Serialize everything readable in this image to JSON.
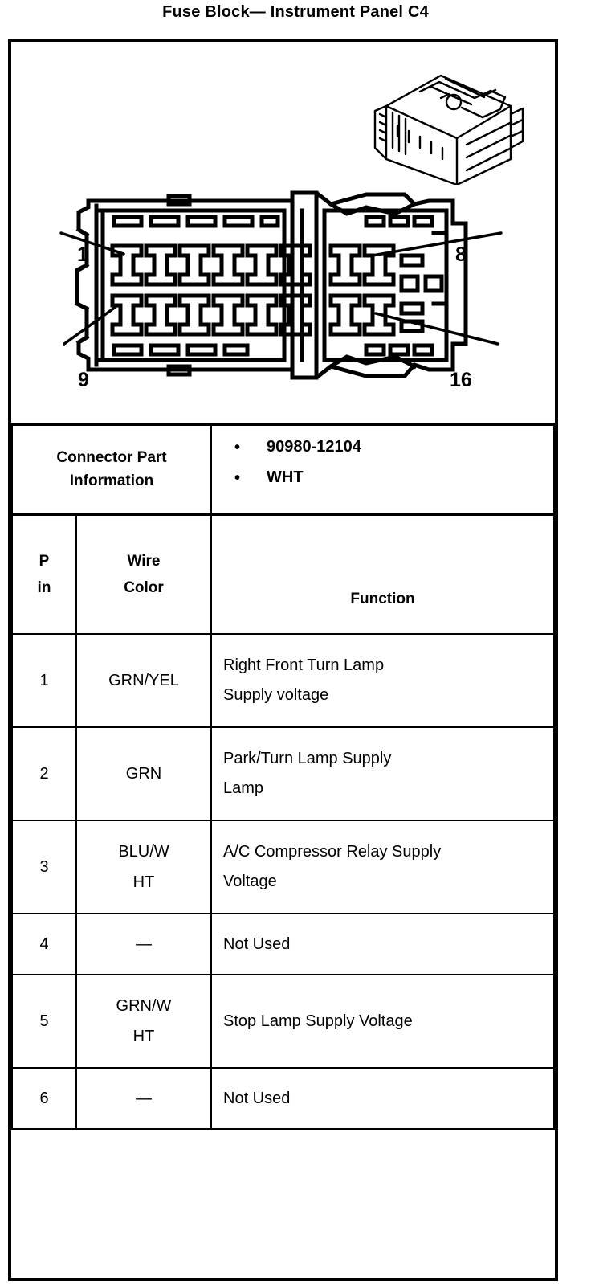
{
  "document": {
    "title": "Fuse Block— Instrument Panel C4"
  },
  "illustration": {
    "name": "connector-face-and-body-view",
    "callouts": [
      {
        "id": "callout-1",
        "label": "1",
        "description": "top-left cavity, pin 1"
      },
      {
        "id": "callout-8",
        "label": "8",
        "description": "top-right cavity, pin 8"
      },
      {
        "id": "callout-9",
        "label": "9",
        "description": "bottom-left cavity, pin 9"
      },
      {
        "id": "callout-16",
        "label": "16",
        "description": "bottom-right cavity, pin 16"
      }
    ]
  },
  "part_info": {
    "label_line_1": "Connector Part",
    "label_line_2": "Information",
    "values": [
      "90980-12104",
      "WHT"
    ],
    "bullet_glyph": "•"
  },
  "pin_table": {
    "headers": {
      "pin_line_1": "P",
      "pin_line_2": "in",
      "wire_line_1": "Wire",
      "wire_line_2": "Color",
      "function": "Function"
    },
    "rows": [
      {
        "pin": "1",
        "wire_line_1": "GRN/YEL",
        "wire_line_2": "",
        "fn_line_1": "Right Front Turn Lamp",
        "fn_line_2": "Supply voltage"
      },
      {
        "pin": "2",
        "wire_line_1": "GRN",
        "wire_line_2": "",
        "fn_line_1": "Park/Turn Lamp Supply",
        "fn_line_2": "Lamp"
      },
      {
        "pin": "3",
        "wire_line_1": "BLU/W",
        "wire_line_2": "HT",
        "fn_line_1": "A/C Compressor Relay Supply",
        "fn_line_2": "Voltage"
      },
      {
        "pin": "4",
        "wire_line_1": "—",
        "wire_line_2": "",
        "fn_line_1": "Not Used",
        "fn_line_2": ""
      },
      {
        "pin": "5",
        "wire_line_1": "GRN/W",
        "wire_line_2": "HT",
        "fn_line_1": "Stop Lamp Supply Voltage",
        "fn_line_2": ""
      },
      {
        "pin": "6",
        "wire_line_1": "—",
        "wire_line_2": "",
        "fn_line_1": "Not Used",
        "fn_line_2": ""
      }
    ]
  },
  "colors": {
    "ink": "#000000",
    "paper": "#ffffff"
  }
}
